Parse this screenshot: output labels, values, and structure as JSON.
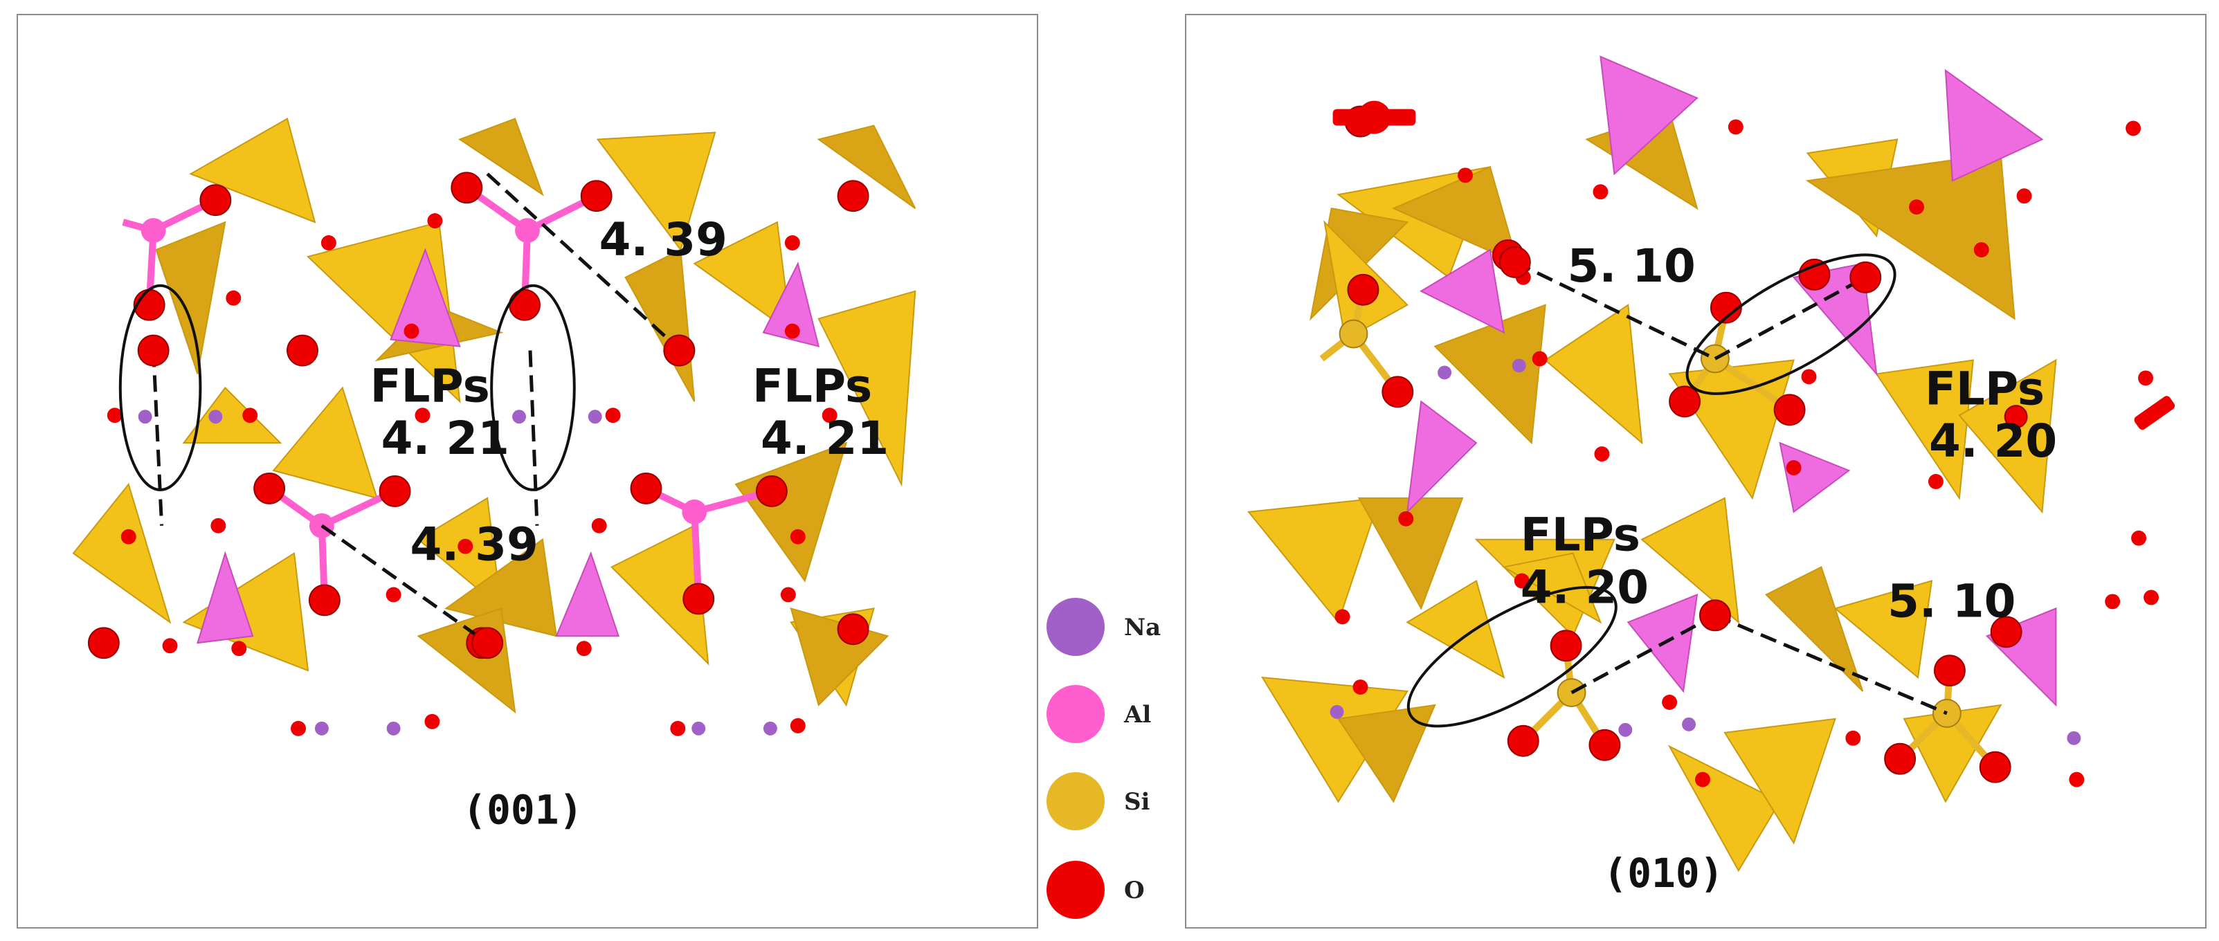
{
  "colors": {
    "Na": "#a160c8",
    "Al": "#ff5fce",
    "Si": "#e6b828",
    "O": "#ee0000",
    "si_poly": "#f2c21a",
    "si_poly_dark": "#d9a415",
    "al_poly": "#ef6be0",
    "frame": "#8c8c8c"
  },
  "legend": [
    {
      "element": "Na",
      "label": "Na",
      "color": "#a160c8"
    },
    {
      "element": "Al",
      "label": "Al",
      "color": "#ff5fce"
    },
    {
      "element": "Si",
      "label": "Si",
      "color": "#e6b828"
    },
    {
      "element": "O",
      "label": "O",
      "color": "#ee0000"
    }
  ],
  "panels": {
    "left": {
      "face_label": "(001)",
      "flp_label": "FLPs",
      "distances": {
        "flp": "4. 21",
        "cross": "4. 39"
      }
    },
    "right": {
      "face_label": "(010)",
      "flp_label": "FLPs",
      "distances": {
        "flp": "4. 20",
        "cross": "5. 10"
      }
    }
  }
}
